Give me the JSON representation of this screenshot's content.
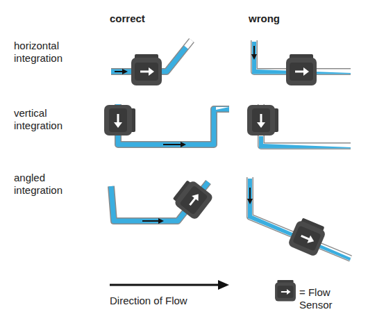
{
  "diagram": {
    "labels": [
      "correct",
      "wrong",
      "horizontal integration",
      "vertical integration",
      "angled integration"
    ],
    "legend": [
      {
        "text": "Direction of Flow"
      },
      {
        "text": "= Flow Sensor"
      }
    ]
  }
}
